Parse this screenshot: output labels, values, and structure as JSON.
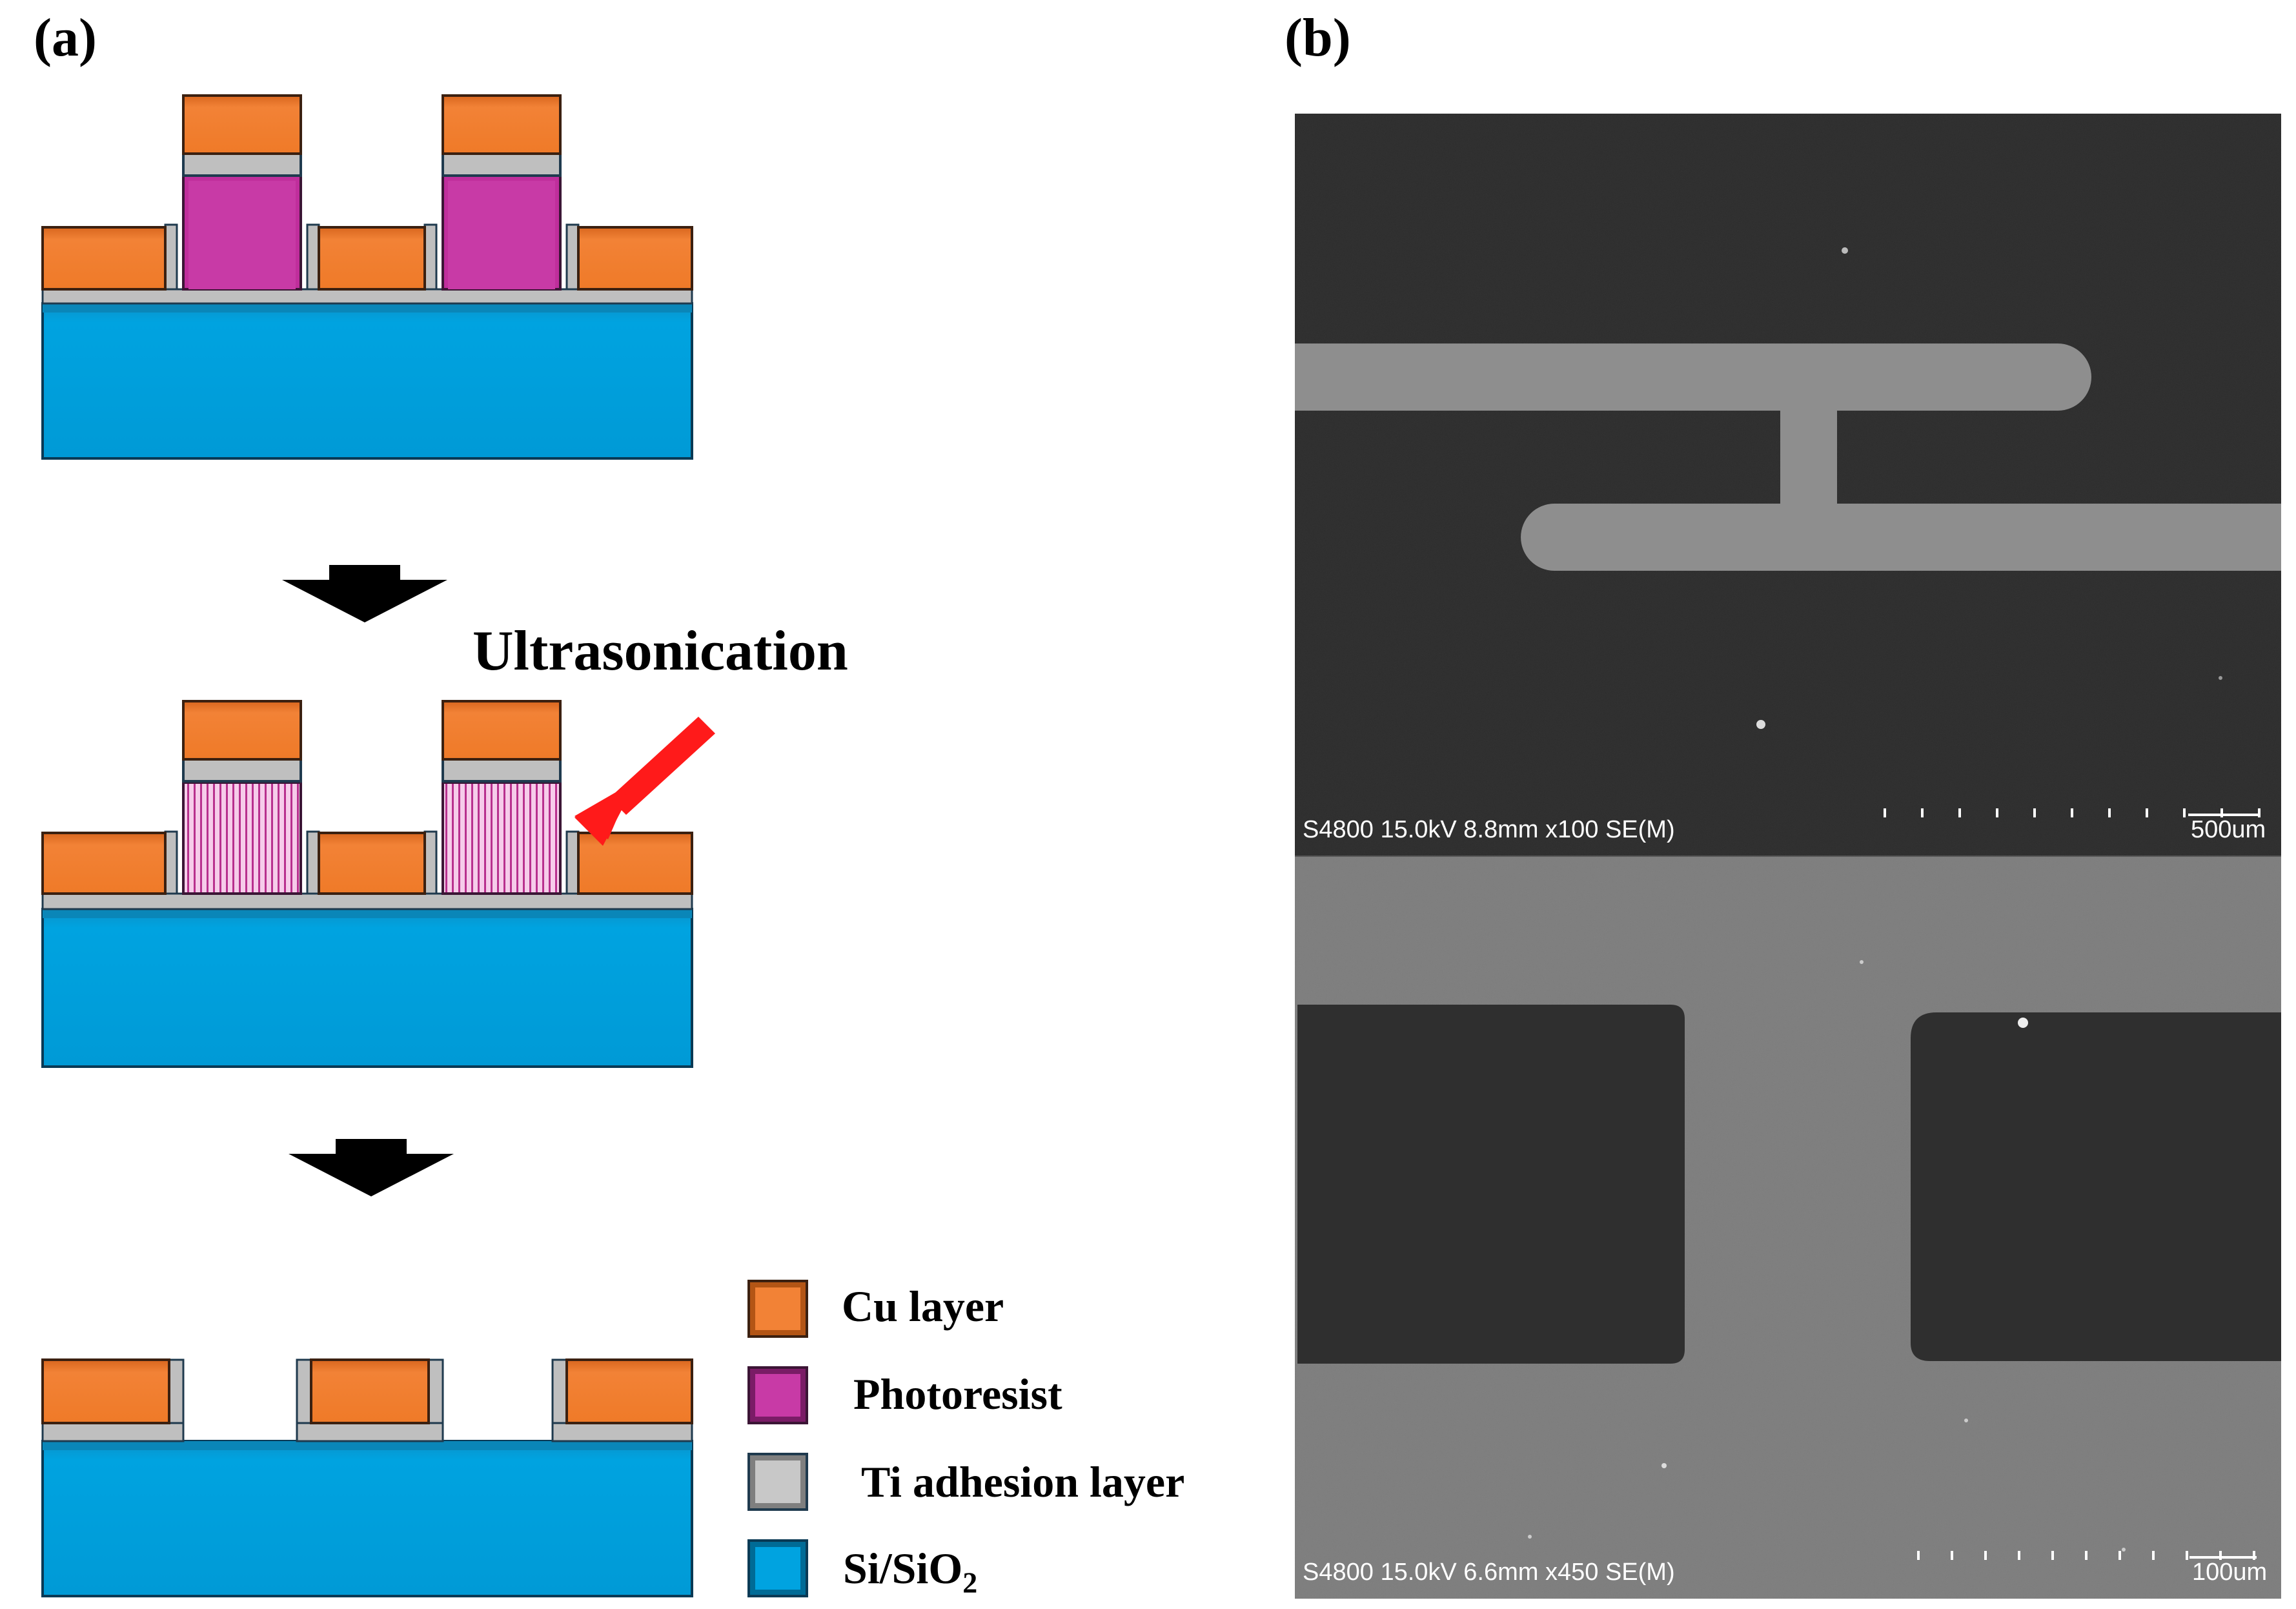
{
  "panels": {
    "a_label": "(a)",
    "b_label": "(b)"
  },
  "process": {
    "step_annotation": "Ultrasonication"
  },
  "legend": {
    "items": [
      {
        "label": "Cu layer",
        "color": "#F07D2B"
      },
      {
        "label": "Photoresist",
        "color": "#C02E9C"
      },
      {
        "label": "Ti adhesion layer",
        "color": "#BFBFBF"
      },
      {
        "label": "Si/SiO",
        "subscript": "2",
        "color": "#00A3E0"
      }
    ]
  },
  "sem": {
    "top": {
      "info": "S4800 15.0kV 8.8mm x100 SE(M)",
      "scale": "500um"
    },
    "bottom": {
      "info": "S4800 15.0kV 6.6mm x450 SE(M)",
      "scale": "100um"
    }
  },
  "colors": {
    "cu": "#F07D2B",
    "photoresist": "#C02E9C",
    "ti": "#BFBFBF",
    "substrate": "#00A3E0",
    "arrow_red": "#FF1A1A"
  }
}
